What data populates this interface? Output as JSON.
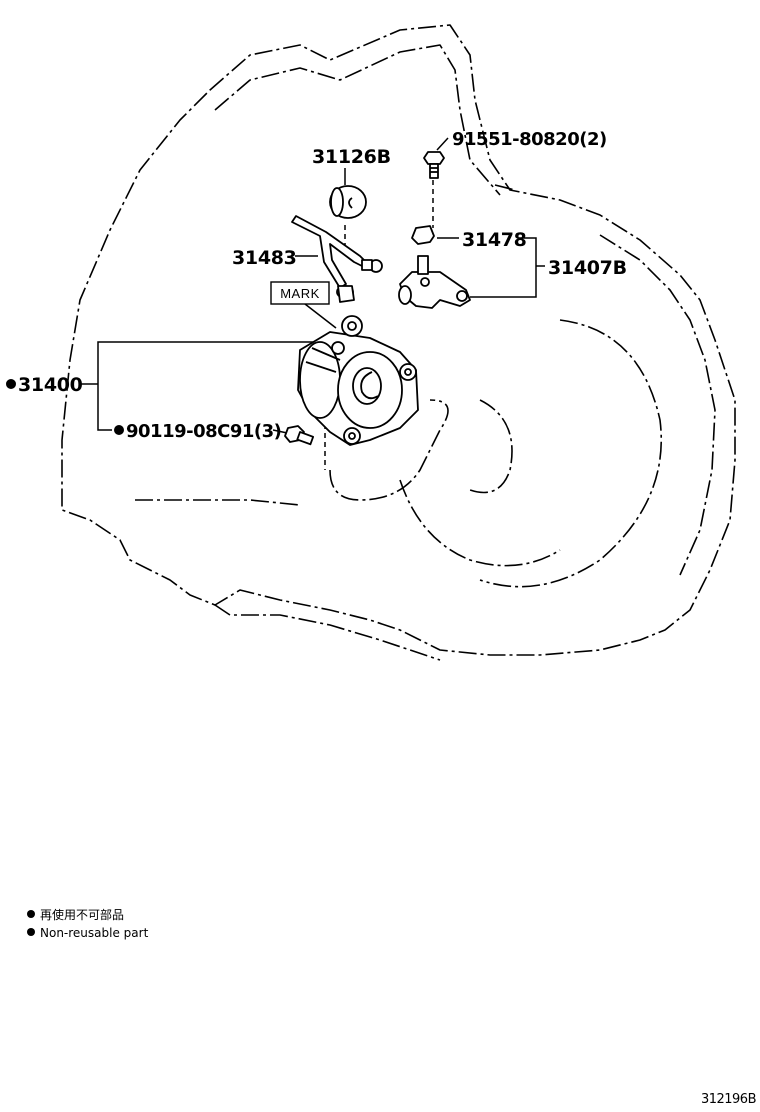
{
  "parts": [
    {
      "id": "31126B",
      "label": "31126B",
      "non_reusable": false
    },
    {
      "id": "91551-80820",
      "label": "91551-80820(2)",
      "non_reusable": false
    },
    {
      "id": "31478",
      "label": "31478",
      "non_reusable": false
    },
    {
      "id": "31407B",
      "label": "31407B",
      "non_reusable": false
    },
    {
      "id": "31483",
      "label": "31483",
      "non_reusable": false
    },
    {
      "id": "31400",
      "label": "31400",
      "non_reusable": true
    },
    {
      "id": "90119-08C91",
      "label": "90119-08C91(3)",
      "non_reusable": true
    }
  ],
  "mark_label": "MARK",
  "legend": {
    "japanese": "再使用不可部品",
    "english": "Non-reusable part"
  },
  "illustration_code": "312196B"
}
